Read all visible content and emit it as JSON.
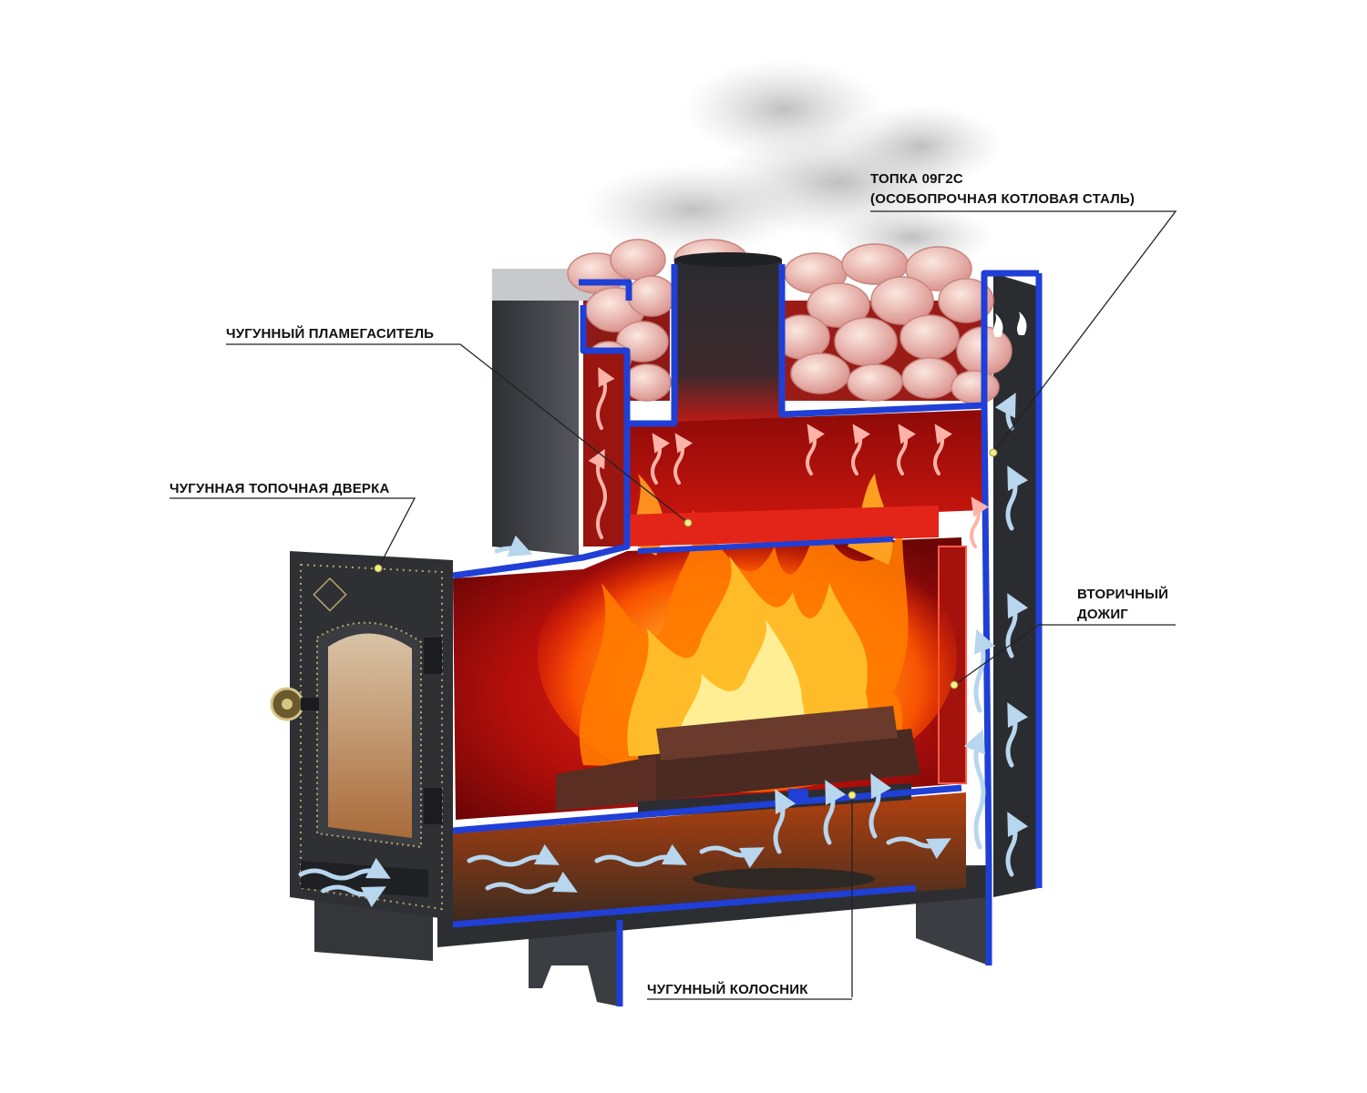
{
  "callouts": {
    "firebox_steel": {
      "line1": "ТОПКА 09Г2С",
      "line2": "(ОСОБОПРОЧНАЯ КОТЛОВАЯ СТАЛЬ)"
    },
    "flame_damper": "ЧУГУННЫЙ ПЛАМЕГАСИТЕЛЬ",
    "firebox_door": "ЧУГУННАЯ ТОПОЧНАЯ ДВЕРКА",
    "secondary_burn": {
      "line1": "ВТОРИЧНЫЙ",
      "line2": "ДОЖИГ"
    },
    "grate": "ЧУГУННЫЙ КОЛОСНИК"
  },
  "colors": {
    "steel_blue": "#1f3fd6",
    "chamber_red": "#b4100c",
    "flame_orange": "#ff8a00",
    "flame_yellow": "#ffd23a",
    "body_dark": "#3a3c40",
    "air_arrow": "#bcd8ee",
    "leader_line": "#222222",
    "leader_dot": "#f3ee8c"
  }
}
